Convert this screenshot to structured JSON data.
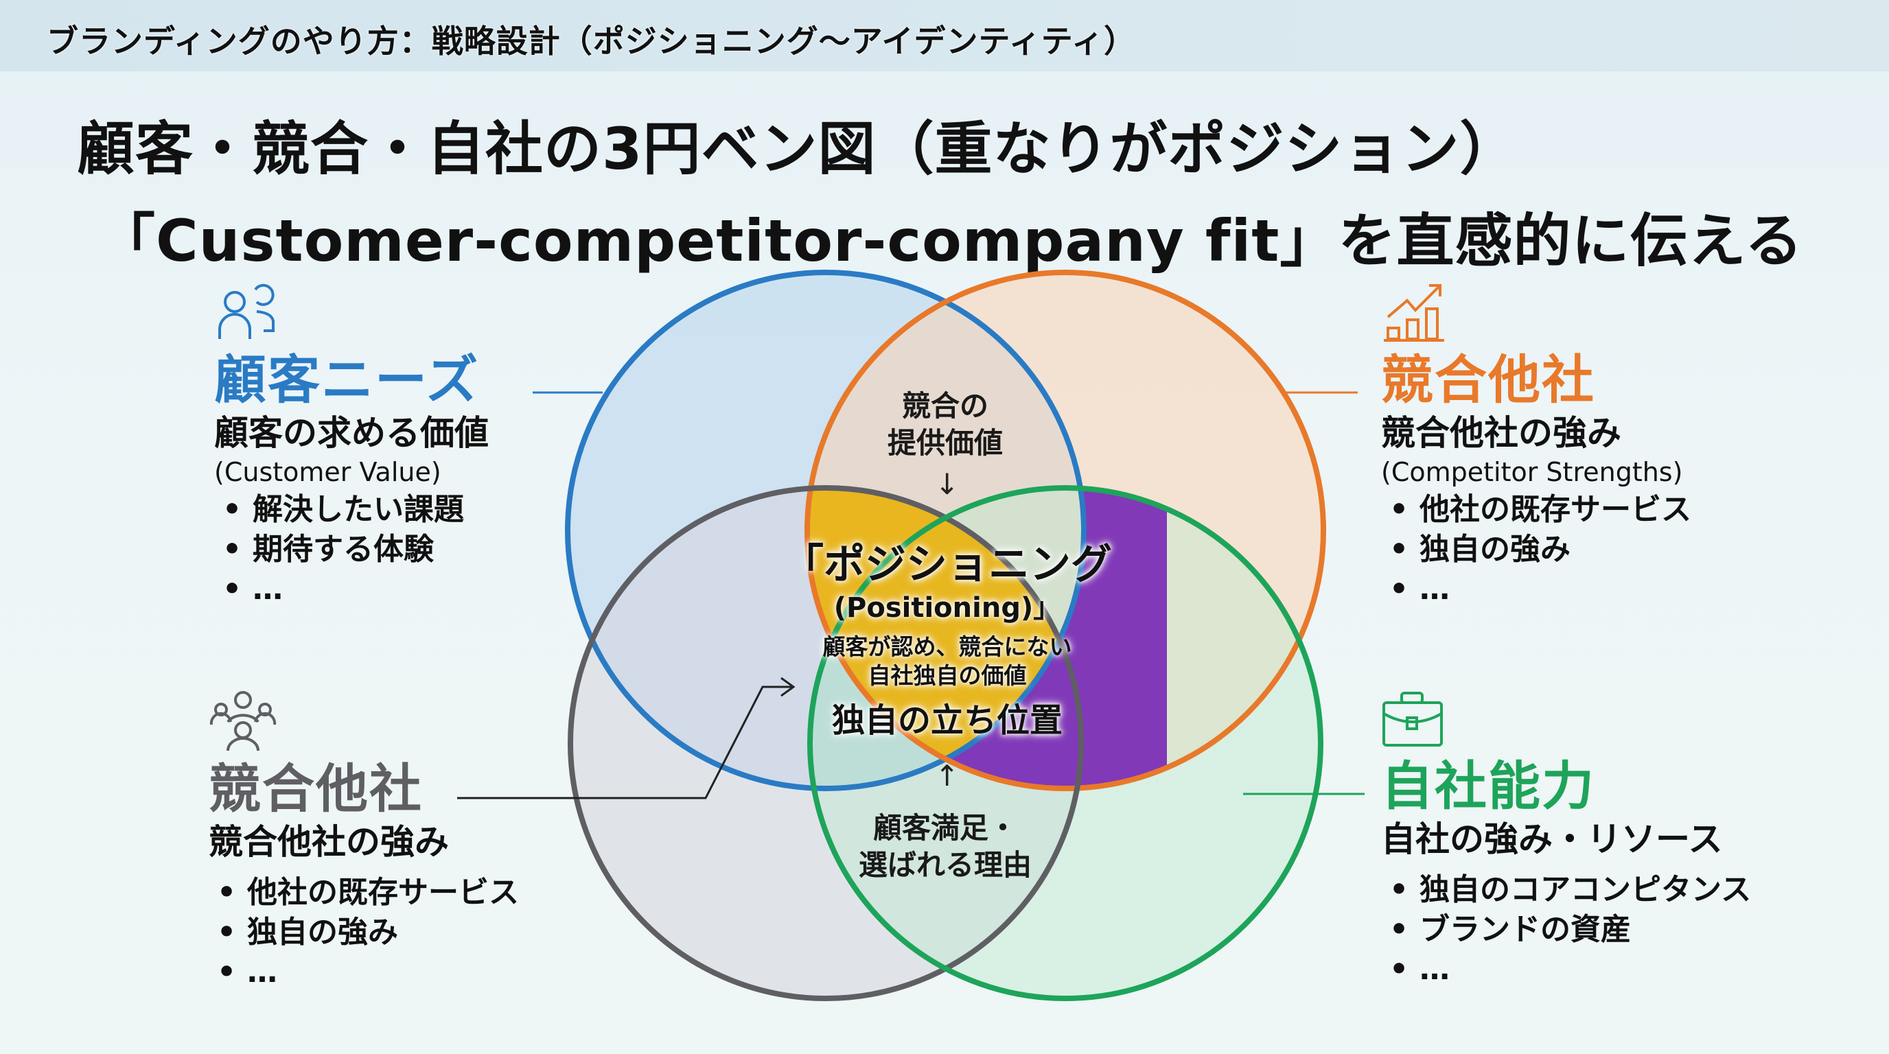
{
  "header": {
    "title": "ブランディングのやり方：戦略設計（ポジショニング〜アイデンティティ）"
  },
  "main_title": {
    "line1": "顧客・競合・自社の3円ベン図（重なりがポジション）",
    "line2": "「Customer-competitor-company fit」を直感的に伝える"
  },
  "colors": {
    "customer_blue": "#2a7bc4",
    "competitor_orange": "#e8792a",
    "competitor_gray": "#5f5f63",
    "company_green": "#1ea45a",
    "positioning_yellow": "#e9b310",
    "positioning_purple": "#7b2fb6"
  },
  "blocks": {
    "customer": {
      "icon": "users-icon",
      "heading": "顧客ニーズ",
      "subheading": "顧客の求める価値",
      "english": "(Customer Value)",
      "bullets": [
        "解決したい課題",
        "期待する体験",
        "…"
      ]
    },
    "competitor_top": {
      "icon": "growth-chart-icon",
      "heading": "競合他社",
      "subheading": "競合他社の強み",
      "english": "(Competitor Strengths)",
      "bullets": [
        "他社の既存サービス",
        "独自の強み",
        "…"
      ]
    },
    "competitor_bottom": {
      "icon": "group-icon",
      "heading": "競合他社",
      "subheading": "競合他社の強み",
      "bullets": [
        "他社の既存サービス",
        "独自の強み",
        "…"
      ]
    },
    "company": {
      "icon": "briefcase-icon",
      "heading": "自社能力",
      "subheading": "自社の強み・リソース",
      "bullets": [
        "独自のコアコンピタンス",
        "ブランドの資産",
        "…"
      ]
    }
  },
  "bullet_symbol": "•",
  "venn": {
    "top_overlap_label": [
      "競合の",
      "提供価値"
    ],
    "down_arrow": "↓",
    "positioning_title": "「ポジショニング",
    "positioning_en": "(Positioning)」",
    "positioning_desc": [
      "顧客が認め、競合にない",
      "自社独自の価値"
    ],
    "positioning_tag": "独自の立ち位置",
    "up_arrow": "↑",
    "bottom_overlap_label": [
      "顧客満足・",
      "選ばれる理由"
    ]
  }
}
